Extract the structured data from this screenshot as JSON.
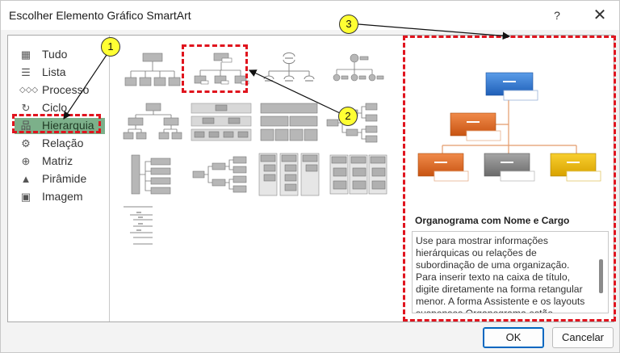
{
  "window": {
    "title": "Escolher Elemento Gráfico SmartArt",
    "help_label": "?",
    "close_label": "✕"
  },
  "categories": [
    {
      "label": "Tudo",
      "icon": "grid-all-icon"
    },
    {
      "label": "Lista",
      "icon": "list-icon"
    },
    {
      "label": "Processo",
      "icon": "process-icon"
    },
    {
      "label": "Ciclo",
      "icon": "cycle-icon"
    },
    {
      "label": "Hierarquia",
      "icon": "hierarchy-icon",
      "selected": true
    },
    {
      "label": "Relação",
      "icon": "relationship-icon"
    },
    {
      "label": "Matriz",
      "icon": "matrix-icon"
    },
    {
      "label": "Pirâmide",
      "icon": "pyramid-icon"
    },
    {
      "label": "Imagem",
      "icon": "picture-icon"
    }
  ],
  "preview": {
    "title": "Organograma com Nome e Cargo",
    "description": "Use para mostrar informações hierárquicas ou relações de subordinação de uma organização. Para inserir texto na caixa de título, digite diretamente na forma retangular menor. A forma Assistente e os layouts suspensos Organograma estão disponíveis neste layout."
  },
  "buttons": {
    "ok": "OK",
    "cancel": "Cancelar"
  },
  "annotations": [
    {
      "number": "1"
    },
    {
      "number": "2"
    },
    {
      "number": "3"
    }
  ],
  "colors": {
    "highlight_red": "#e0141e",
    "selected_category": "#7cb08a",
    "badge_yellow": "#ffff33",
    "preview_blue": "#2f77d0",
    "preview_orange": "#e06b1f",
    "preview_gray": "#7f7f7f",
    "preview_yellow": "#e8b400"
  }
}
